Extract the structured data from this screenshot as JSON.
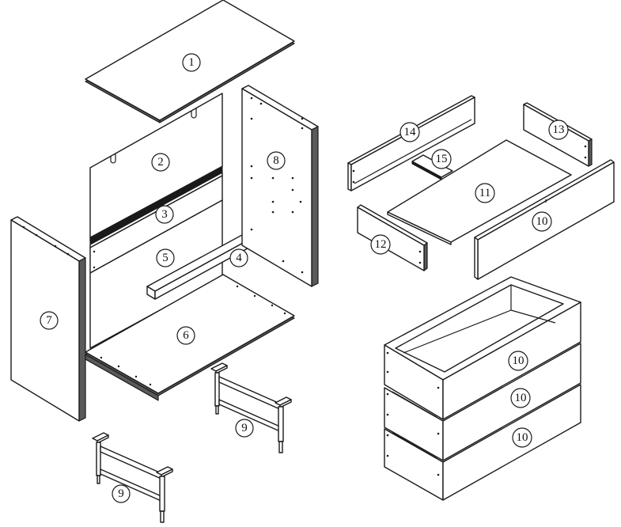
{
  "callouts": {
    "n1": "1",
    "n2": "2",
    "n3": "3",
    "n4": "4",
    "n5": "5",
    "n6": "6",
    "n7": "7",
    "n8": "8",
    "n9a": "9",
    "n9b": "9",
    "n10a": "10",
    "n10b": "10",
    "n10c": "10",
    "n10d": "10",
    "n11": "11",
    "n12": "12",
    "n13": "13",
    "n14": "14",
    "n15": "15"
  }
}
